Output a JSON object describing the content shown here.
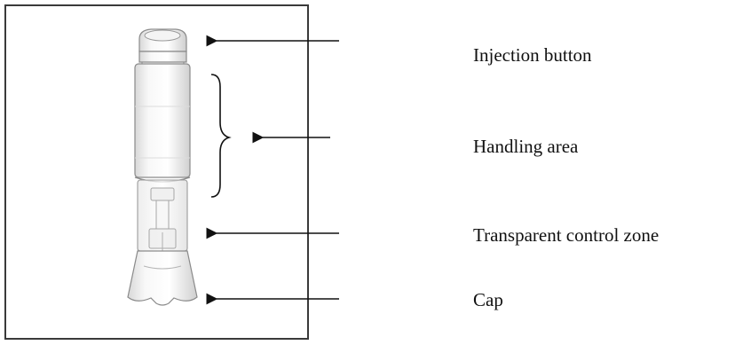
{
  "labels": {
    "injection_button": "Injection button",
    "handling_area": "Handling area",
    "transparent_control_zone": "Transparent control zone",
    "cap": "Cap"
  },
  "colors": {
    "frame": "#3a3a3a",
    "pen_body": "#f2f2f2",
    "pen_outline": "#8a8a8a",
    "arrow": "#111111"
  }
}
